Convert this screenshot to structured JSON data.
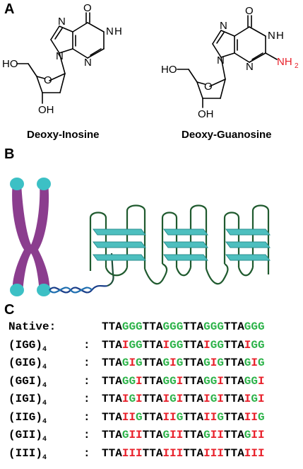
{
  "panel_labels": {
    "a": "A",
    "b": "B",
    "c": "C"
  },
  "panel_a": {
    "molecules": [
      {
        "name": "Deoxy-Inosine",
        "atoms": {
          "o_carbonyl": "O",
          "nh": "H",
          "n": "N",
          "ho": "HO",
          "o_ring": "O",
          "oh": "OH"
        }
      },
      {
        "name": "Deoxy-Guanosine",
        "atoms": {
          "o_carbonyl": "O",
          "nh": "H",
          "n": "N",
          "nh2": "NH",
          "nh2_sub": "2",
          "ho": "HO",
          "o_ring": "O",
          "oh": "OH"
        }
      }
    ]
  },
  "panel_c": {
    "colors": {
      "native_base": "#2db34a",
      "inosine_base": "#e8202a",
      "backbone": "#000000"
    },
    "rows": [
      {
        "label": "Native:",
        "subscript": "",
        "colon": "",
        "sequence": "TTAGGGTTAGGGTTAGGGTTAGGG"
      },
      {
        "label": "(IGG)",
        "subscript": "4",
        "colon": ":",
        "sequence": "TTAIGGTTAIGGTTAIGGTTAIGG"
      },
      {
        "label": "(GIG)",
        "subscript": "4",
        "colon": ":",
        "sequence": "TTAGIGTTAGIGTTAGIGTTAGIG"
      },
      {
        "label": "(GGI)",
        "subscript": "4",
        "colon": ":",
        "sequence": "TTAGGITTAGGITTAGGITTAGGI"
      },
      {
        "label": "(IGI)",
        "subscript": "4",
        "colon": ":",
        "sequence": "TTAIGITTAIGITTAIGITTAIGI"
      },
      {
        "label": "(IIG)",
        "subscript": "4",
        "colon": ":",
        "sequence": "TTAIIGTTAIIGTTAIIGTTAIIG"
      },
      {
        "label": "(GII)",
        "subscript": "4",
        "colon": ":",
        "sequence": "TTAGIITTAGIITTAGIITTAGII"
      },
      {
        "label": "(III)",
        "subscript": "4",
        "colon": ":",
        "sequence": "TTAIIITTAIIITTAIIITTAIII"
      }
    ]
  }
}
